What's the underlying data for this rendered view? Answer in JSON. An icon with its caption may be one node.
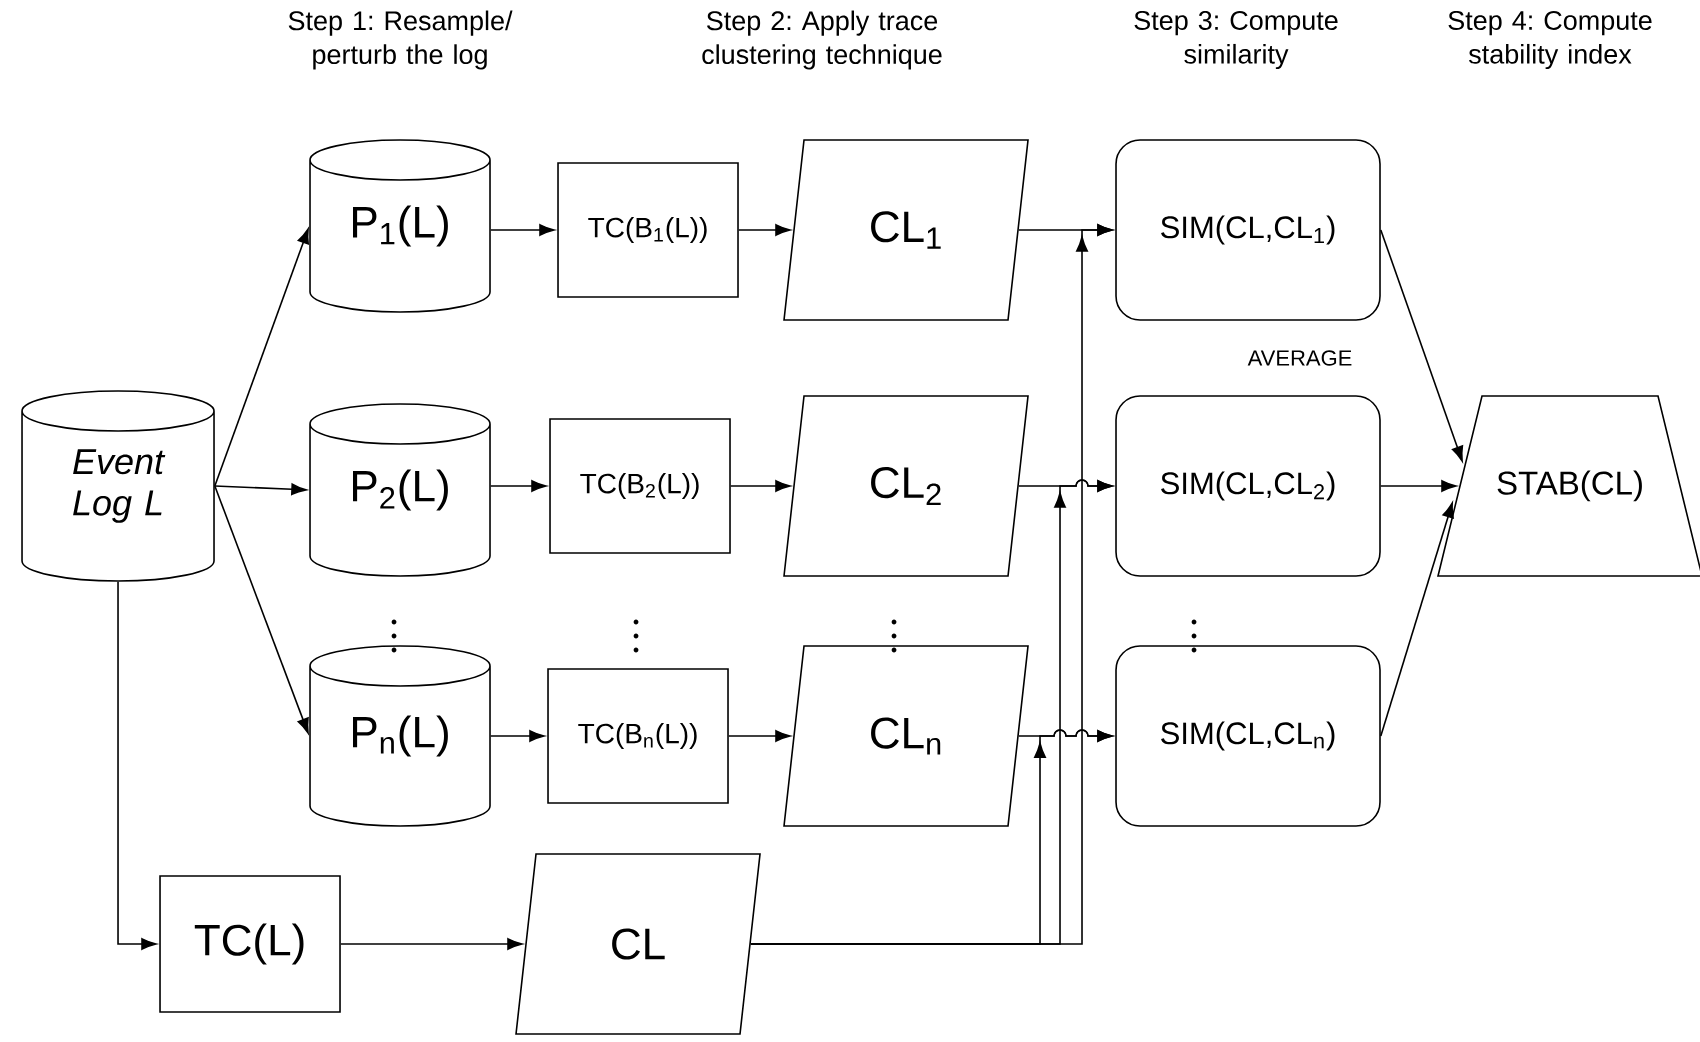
{
  "diagram": {
    "nodes": [
      {
        "text": [
          "Event Log L"
        ]
      },
      {
        "text": [
          "P$_{1}$(L)"
        ]
      },
      {
        "text": [
          "P$_{2}$(L)"
        ]
      },
      {
        "text": [
          "P$_{n}$(L)"
        ]
      },
      {
        "text": [
          "TC(B$_{1}$(L))"
        ]
      },
      {
        "text": [
          "TC(B$_{2}$(L))"
        ]
      },
      {
        "text": [
          "TC(B$_{n}$(L))"
        ]
      },
      {
        "text": [
          "CL$_{1}$"
        ]
      },
      {
        "text": [
          "CL$_{2}$"
        ]
      },
      {
        "text": [
          "CL$_{n}$"
        ]
      },
      {
        "text": [
          "SIM(CL,CL$_{1}$)"
        ]
      },
      {
        "text": [
          "SIM(CL,CL$_{2}$)"
        ]
      },
      {
        "text": [
          "SIM(CL,CL$_{n}$)"
        ]
      },
      {
        "text": [
          "STAB(CL)"
        ]
      },
      {
        "text": [
          "TC(L)"
        ]
      },
      {
        "text": [
          "CL"
        ]
      }
    ],
    "edges": [
      {
        "from": 0,
        "to": 1,
        "arrow": "to"
      },
      {
        "from": 0,
        "to": 2,
        "arrow": "to"
      },
      {
        "from": 0,
        "to": 3,
        "arrow": "to"
      },
      {
        "from": 0,
        "to": 14,
        "arrow": "to"
      },
      {
        "from": 1,
        "to": 4,
        "arrow": "to"
      },
      {
        "from": 2,
        "to": 5,
        "arrow": "to"
      },
      {
        "from": 3,
        "to": 6,
        "arrow": "to"
      },
      {
        "from": 4,
        "to": 7,
        "arrow": "to"
      },
      {
        "from": 5,
        "to": 8,
        "arrow": "to"
      },
      {
        "from": 6,
        "to": 9,
        "arrow": "to"
      },
      {
        "from": 7,
        "to": 10,
        "arrow": "to"
      },
      {
        "from": 8,
        "to": 11,
        "arrow": "to"
      },
      {
        "from": 9,
        "to": 12,
        "arrow": "to"
      },
      {
        "from": 14,
        "to": 15,
        "arrow": "to"
      },
      {
        "from": 15,
        "to": 10,
        "arrow": "to"
      },
      {
        "from": 15,
        "to": 11,
        "arrow": "to"
      },
      {
        "from": 15,
        "to": 12,
        "arrow": "to"
      },
      {
        "from": 10,
        "to": 13,
        "arrow": "to"
      },
      {
        "from": 11,
        "to": 13,
        "arrow": "to"
      },
      {
        "from": 12,
        "to": 13,
        "arrow": "to"
      }
    ],
    "labels": [
      "Step 1: Resample/ perturb the log",
      "Step 2: Apply trace clustering technique",
      "Step 3: Compute similarity",
      "Step 4: Compute stability index",
      "AVERAGE"
    ]
  }
}
